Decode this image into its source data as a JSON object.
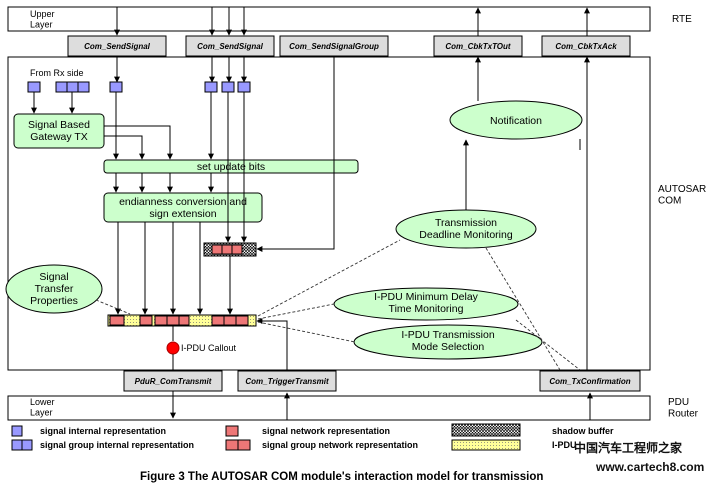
{
  "layers": {
    "upper": "Upper\nLayer",
    "lower": "Lower\nLayer",
    "rte": "RTE",
    "com": "AUTOSAR\nCOM",
    "pdur": "PDU\nRouter"
  },
  "interfaces": {
    "send_signal_1": "Com_SendSignal",
    "send_signal_2": "Com_SendSignal",
    "send_signal_group": "Com_SendSignalGroup",
    "cbk_tx_tout": "Com_CbkTxTOut",
    "cbk_tx_ack": "Com_CbkTxAck",
    "pdur_transmit": "PduR_ComTransmit",
    "trigger_transmit": "Com_TriggerTransmit",
    "tx_confirmation": "Com_TxConfirmation"
  },
  "blocks": {
    "from_rx": "From Rx side",
    "gateway": "Signal Based\nGateway TX",
    "update_bits": "set update bits",
    "endianness": "endianness conversion and\nsign extension",
    "notification": "Notification",
    "deadline": "Transmission\nDeadline Monitoring",
    "signal_transfer": "Signal\nTransfer\nProperties",
    "min_delay": "I-PDU Minimum Delay\nTime Monitoring",
    "mode_selection": "I-PDU Transmission\nMode Selection",
    "ipdu_callout": "I-PDU Callout"
  },
  "legend": {
    "sig_internal": "signal internal representation",
    "group_internal": "signal group internal representation",
    "sig_network": "signal network representation",
    "group_network": "signal group network representation",
    "shadow": "shadow buffer",
    "ipdu": "I-PDU"
  },
  "caption": "Figure 3 The AUTOSAR COM module's interaction model for transmission",
  "watermark": {
    "brand": "中国汽车工程师之家",
    "url": "www.cartech8.com"
  },
  "colors": {
    "ellipse_fill": "#ccffcc",
    "box_fill": "#ccffcc",
    "internal_blue": "#9999ff",
    "network_red": "#ee7777",
    "ipdu_yellow": "#ffff99",
    "callout_red": "#ff0000",
    "tab_fill": "#dddddd"
  }
}
